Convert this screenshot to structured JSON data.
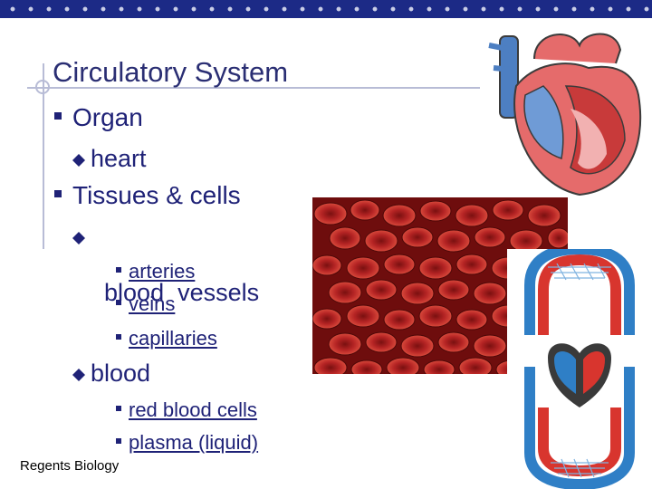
{
  "slide": {
    "title": "Circulatory System",
    "bullets": {
      "organ": "Organ",
      "heart": "heart",
      "tissues": "Tissues & cells",
      "blood_vessels": "blood  vessels",
      "arteries": "arteries",
      "veins": "veins",
      "capillaries": "capillaries",
      "blood": "blood",
      "red_blood_cells": "red blood cells",
      "plasma": "plasma (liquid)"
    },
    "footer": "Regents Biology"
  },
  "colors": {
    "topbar": "#1c2a86",
    "text": "#1f2277",
    "title": "#2a2e73",
    "blood_red": "#8f1616",
    "vessel_blue": "#2f7fc6",
    "vessel_red": "#d8352e"
  },
  "icons": {
    "diamond": "diamond-bullet-icon",
    "square": "square-bullet-icon"
  }
}
